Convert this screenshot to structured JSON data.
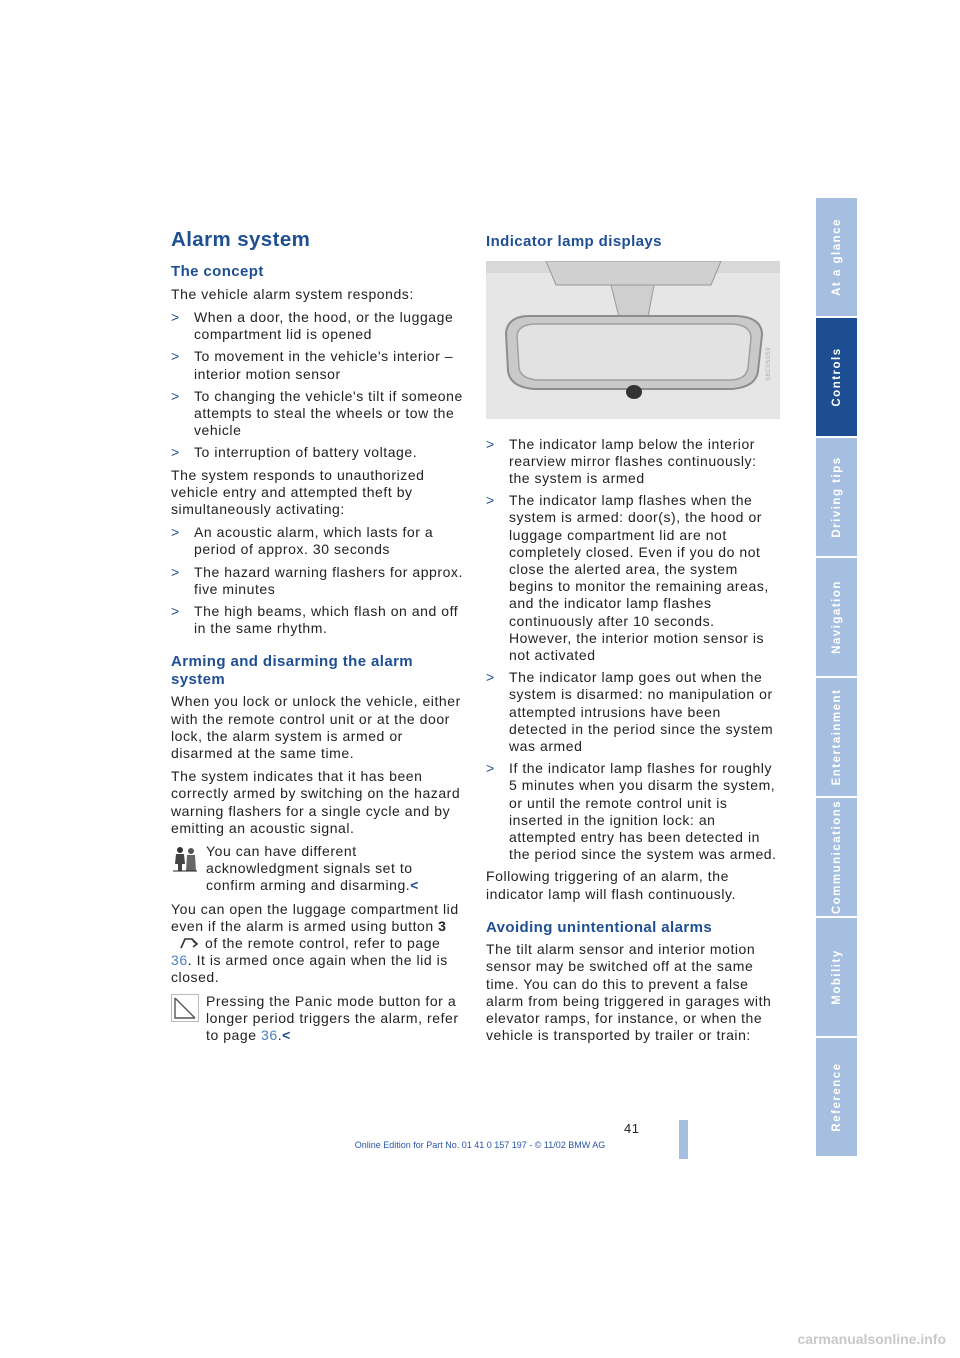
{
  "left": {
    "title": "Alarm system",
    "concept_heading": "The concept",
    "concept_intro": "The vehicle alarm system responds:",
    "bullet_mark": ">",
    "responds_items": [
      "When a door, the hood, or the luggage compartment lid is opened",
      "To movement in the vehicle's interior – interior motion sensor",
      "To changing the vehicle's tilt if someone attempts to steal the wheels or tow the vehicle",
      "To interruption of battery voltage."
    ],
    "activating_text": "The system responds to unauthorized vehicle entry and attempted theft by simultaneously activating:",
    "activating_items": [
      "An acoustic alarm, which lasts for a period of approx. 30 seconds",
      "The hazard warning flashers for approx. five minutes",
      "The high beams, which flash on and off in the same rhythm."
    ],
    "arming_heading": "Arming and disarming the alarm system",
    "arming_p1": "When you lock or unlock the vehicle, either with the remote control unit or at the door lock, the alarm system is armed or disarmed at the same time.",
    "arming_p2": "The system indicates that it has been correctly armed by switching on the hazard warning flashers for a single cycle and by emitting an acoustic signal.",
    "note1_text": "You can have different acknowledgment signals set to confirm arming and disarming.",
    "end_mark": "<",
    "luggage_part1": "You can open the luggage compartment lid even if the alarm is armed using button",
    "luggage_button": "3",
    "luggage_part2": "of the remote control, refer to page",
    "luggage_page": "36",
    "luggage_part3": ". It is armed once again when the lid is closed.",
    "note2_text": "Pressing the Panic mode button for a longer period triggers the alarm, refer to page",
    "note2_page": "36",
    "note2_after": "."
  },
  "right": {
    "indicator_heading": "Indicator lamp displays",
    "indicator_items": [
      "The indicator lamp below the interior rearview mirror flashes continuously: the system is armed",
      "The indicator lamp flashes when the system is armed: door(s), the hood or luggage compartment lid are not completely closed. Even if you do not close the alerted area, the system begins to monitor the remaining areas, and the indicator lamp flashes continuously after 10 seconds. However, the interior motion sensor is not activated",
      "The indicator lamp goes out when the system is disarmed: no manipulation or attempted intrusions have been detected in the period since the system was armed",
      "If the indicator lamp flashes for roughly 5 minutes when you disarm the system, or until the remote control unit is inserted in the ignition lock: an attempted entry has been detected in the period since the system was armed."
    ],
    "following_text": "Following triggering of an alarm, the indicator lamp will flash continuously.",
    "avoiding_heading": "Avoiding unintentional alarms",
    "avoiding_text": "The tilt alarm sensor and interior motion sensor may be switched off at the same time. You can do this to prevent a false alarm from being triggered in garages with elevator ramps, for instance, or when the vehicle is transported by trailer or train:"
  },
  "sidebar": {
    "active_tab": "Controls",
    "tabs": [
      "At a glance",
      "Controls",
      "Driving tips",
      "Navigation",
      "Entertainment",
      "Communications",
      "Mobility",
      "Reference"
    ]
  },
  "footer": {
    "page_number": "41",
    "edition": "Online Edition for Part No. 01 41 0 157 197 - © 11/02 BMW AG",
    "watermark": "carmanualsonline.info"
  },
  "colors": {
    "heading_blue": "#1f4f93",
    "tab_active": "#1d4e93",
    "tab_inactive": "#a6bee0",
    "link_blue": "#4a7fc1"
  }
}
